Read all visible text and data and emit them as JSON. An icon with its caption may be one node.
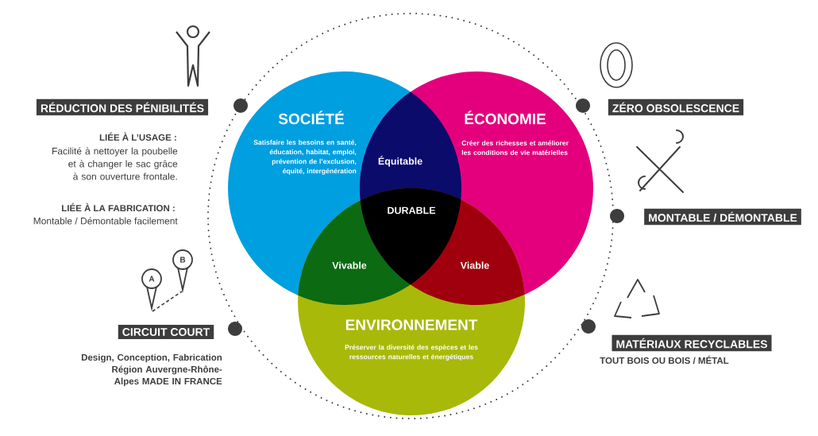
{
  "diagram": {
    "nodes": [
      {
        "text": [
          "RÉDUCTION DES PÉNIBILITÉS"
        ],
        "beside": [
          "LIÉE À L’USAGE :",
          "Facilité à nettoyer la poubelle et à changer le sac grâce à son ouverture frontale.",
          "LIÉE À LA FABRICATION :",
          "Montable / Démontable facilement"
        ]
      },
      {
        "text": [
          "ZÉRO OBSOLESCENCE"
        ]
      },
      {
        "text": [
          "SOCIÉTÉ",
          "Satisfaire les besoins en santé, éducation, habitat, emploi, prévention de l’exclusion, équité, intergénération"
        ]
      },
      {
        "text": [
          "ÉCONOMIE",
          "Créer des richesses et améliorer les conditions de vie matérielles"
        ]
      },
      {
        "text": [
          "MONTABLE / DÉMONTABLE"
        ]
      },
      {
        "text": [
          "CIRCUIT COURT"
        ],
        "beside": [
          "Design, Conception, Fabrication Région Auvergne-Rhône-Alpes MADE IN FRANCE"
        ]
      },
      {
        "text": [
          "MATÉRIAUX RECYCLABLES"
        ],
        "beside": [
          "TOUT BOIS OU BOIS / MÉTAL"
        ]
      },
      {
        "text": [
          "ENVIRONNEMENT",
          "Préserver la diversité des espèces et les ressources naturelles et énergétiques"
        ]
      }
    ],
    "labels": [
      "Équitable",
      "DURABLE",
      "Vivable",
      "Viable",
      "A",
      "B"
    ]
  }
}
